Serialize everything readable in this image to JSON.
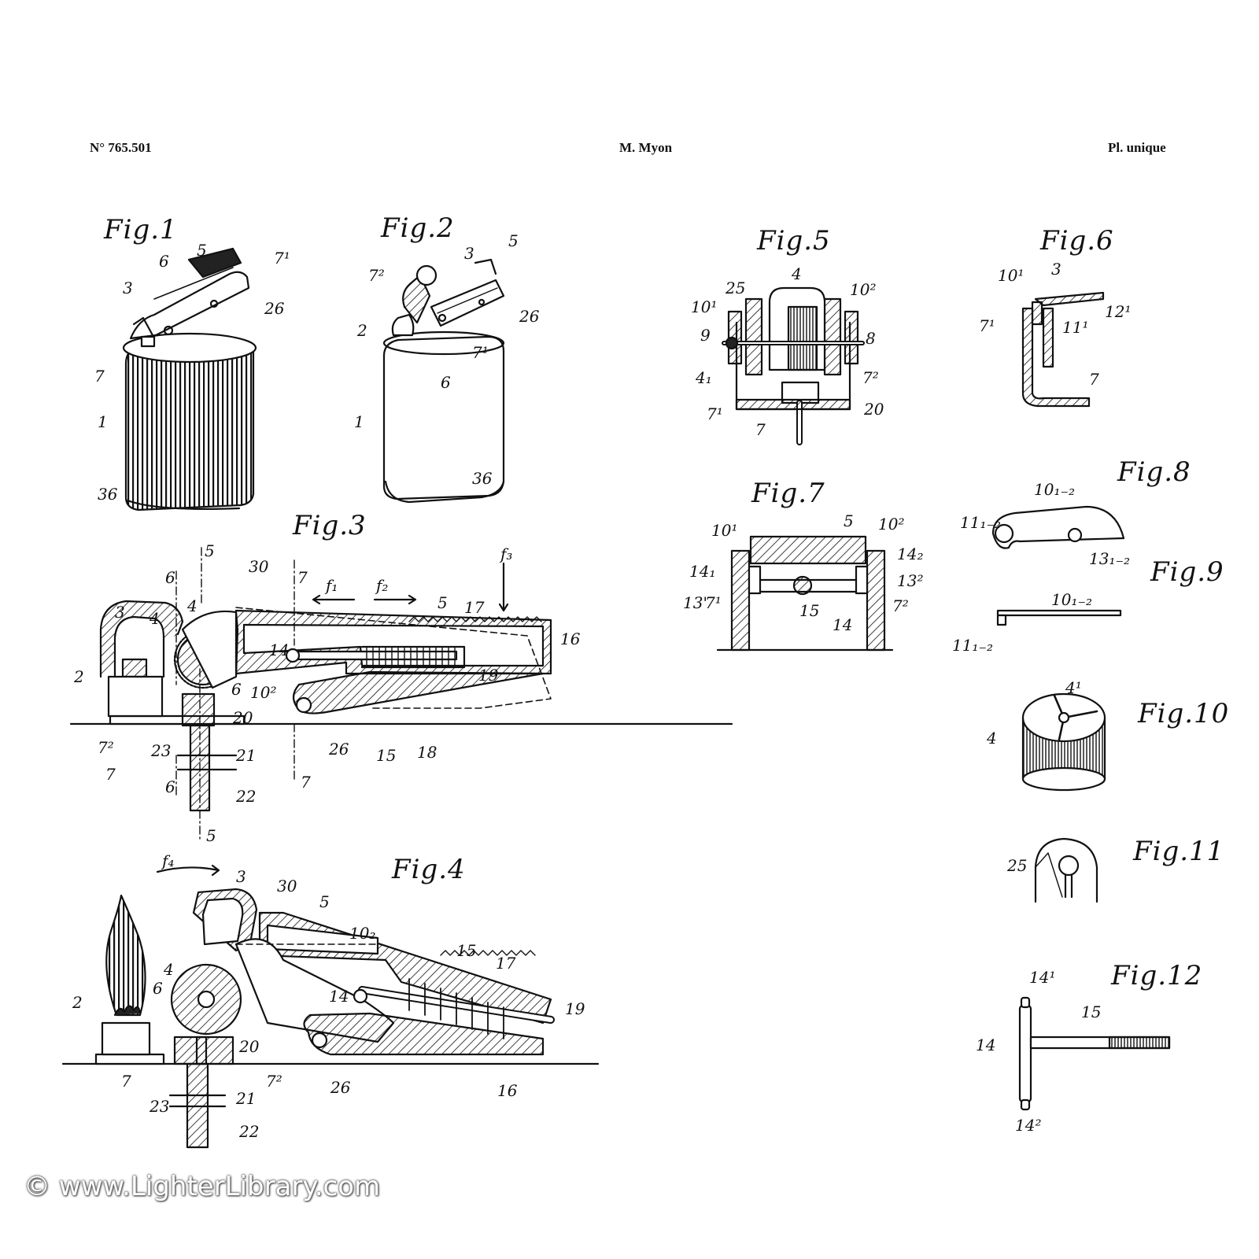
{
  "header": {
    "patent_number": "N° 765.501",
    "inventor": "M. Myon",
    "plate": "Pl. unique"
  },
  "figures": [
    {
      "id": "fig1",
      "title": "Fig.1"
    },
    {
      "id": "fig2",
      "title": "Fig.2"
    },
    {
      "id": "fig3",
      "title": "Fig.3"
    },
    {
      "id": "fig4",
      "title": "Fig.4"
    },
    {
      "id": "fig5",
      "title": "Fig.5"
    },
    {
      "id": "fig6",
      "title": "Fig.6"
    },
    {
      "id": "fig7",
      "title": "Fig.7"
    },
    {
      "id": "fig8",
      "title": "Fig.8"
    },
    {
      "id": "fig9",
      "title": "Fig.9"
    },
    {
      "id": "fig10",
      "title": "Fig.10"
    },
    {
      "id": "fig11",
      "title": "Fig.11"
    },
    {
      "id": "fig12",
      "title": "Fig.12"
    }
  ],
  "labels": {
    "fig1": [
      "6",
      "5",
      "7¹",
      "3",
      "26",
      "7",
      "1",
      "36"
    ],
    "fig2": [
      "3",
      "5",
      "7²",
      "26",
      "2",
      "7¹",
      "6",
      "1",
      "36"
    ],
    "fig3": [
      "5",
      "6",
      "30",
      "7",
      "f₁",
      "f₂",
      "f₃",
      "3",
      "4",
      "4",
      "5",
      "17",
      "16",
      "14",
      "19",
      "2",
      "6",
      "10²",
      "20",
      "7²",
      "26",
      "15",
      "18",
      "23",
      "21",
      "7",
      "6",
      "7",
      "22",
      "5"
    ],
    "fig4": [
      "f₄",
      "3",
      "30",
      "5",
      "10₂",
      "15",
      "17",
      "4",
      "6",
      "14",
      "19",
      "2",
      "20",
      "7",
      "7²",
      "26",
      "16",
      "23",
      "21",
      "22"
    ],
    "fig5": [
      "4",
      "25",
      "10¹",
      "10²",
      "9",
      "8",
      "4₁",
      "7²",
      "7¹",
      "20",
      "7"
    ],
    "fig6": [
      "10¹",
      "3",
      "12¹",
      "7¹",
      "11¹",
      "7"
    ],
    "fig7": [
      "10¹",
      "5",
      "10²",
      "14₁",
      "14₂",
      "13²",
      "13'",
      "7¹",
      "15",
      "14",
      "7²"
    ],
    "fig8": [
      "10₁₋₂",
      "11₁₋₂",
      "13₁₋₂"
    ],
    "fig9": [
      "10₁₋₂",
      "11₁₋₂"
    ],
    "fig10": [
      "4¹",
      "4"
    ],
    "fig11": [
      "25"
    ],
    "fig12": [
      "14¹",
      "15",
      "14",
      "14²"
    ]
  },
  "watermark": "© www.LighterLibrary.com"
}
